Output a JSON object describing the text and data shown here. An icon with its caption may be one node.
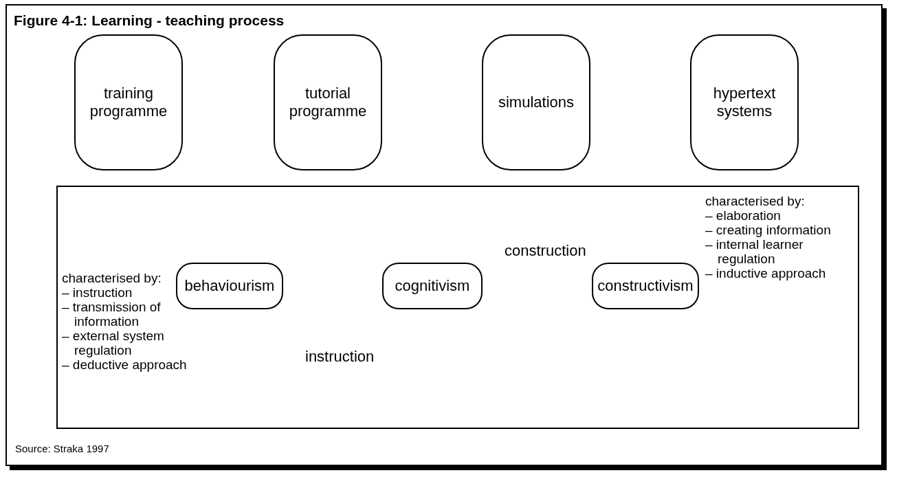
{
  "diagram": {
    "title": "Figure 4-1: Learning - teaching process",
    "caption": "Source: Straka 1997",
    "nodes": [
      {
        "text": [
          "training programme"
        ]
      },
      {
        "text": [
          "tutorial programme"
        ]
      },
      {
        "text": [
          "simulations"
        ]
      },
      {
        "text": [
          "hypertext systems"
        ]
      },
      {
        "text": [],
        "shape": "box"
      },
      {
        "text": [
          "behaviourism"
        ],
        "in": 4,
        "beside": [
          "characterised by:",
          "– instruction",
          "– transmission of information",
          "– external system regulation",
          "– deductive approach"
        ]
      },
      {
        "text": [
          "cognitivism"
        ],
        "in": 4
      },
      {
        "text": [
          "constructivism"
        ],
        "in": 4,
        "beside": [
          "characterised by:",
          "– elaboration",
          "– creating information",
          "– internal learner regulation",
          "– inductive approach"
        ]
      }
    ],
    "labels": [
      "construction",
      "instruction"
    ]
  }
}
